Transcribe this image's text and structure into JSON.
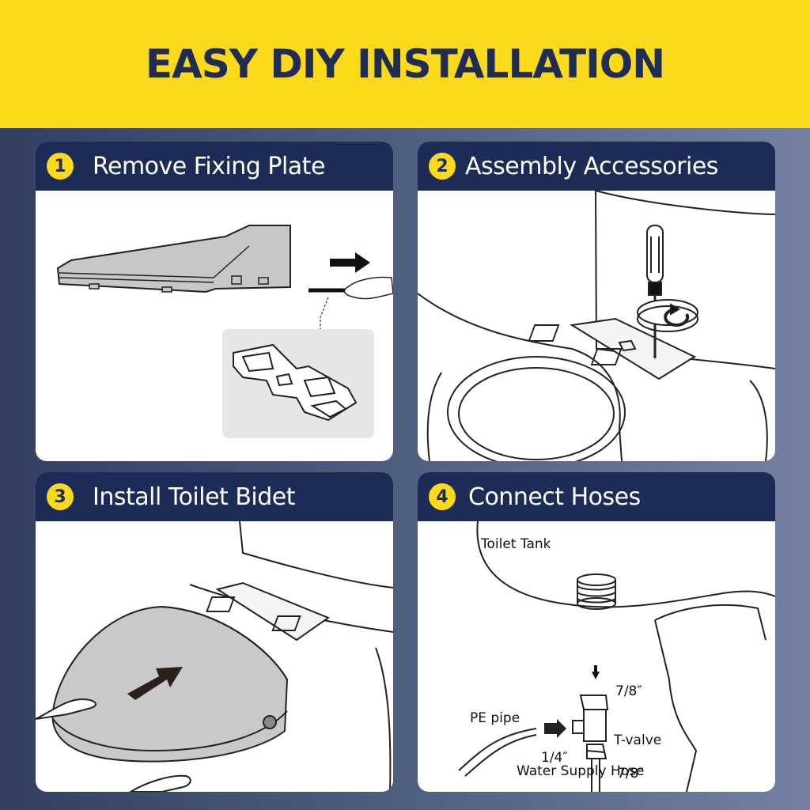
{
  "banner": {
    "title": "EASY DIY INSTALLATION"
  },
  "colors": {
    "banner": "#fbd91b",
    "header": "#1d2c57",
    "badge": "#fbd91b",
    "title_text": "#1f2d55"
  },
  "steps": [
    {
      "number": "1",
      "title": "Remove Fixing Plate"
    },
    {
      "number": "2",
      "title": "Assembly Accessories"
    },
    {
      "number": "3",
      "title": "Install Toilet Bidet"
    },
    {
      "number": "4",
      "title": "Connect Hoses"
    }
  ],
  "diagram": {
    "toilet_tank": "Toilet Tank",
    "pe_pipe": "PE pipe",
    "t_valve": "T-valve",
    "top_size": "7/8″",
    "pipe_size": "1/4″",
    "bottom_size": "7/8″",
    "water_supply_hose": "Water Supply Hose"
  }
}
